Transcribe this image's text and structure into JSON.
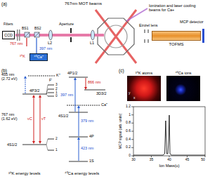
{
  "diagram": {
    "nodes": [
      {
        "text": [
          "CCD"
        ]
      },
      {
        "text": [
          "⁴⁰Ca⁺"
        ]
      },
      {
        "text": [
          "TOFMS"
        ]
      },
      {
        "text": [
          "³⁹K atoms"
        ]
      },
      {
        "text": [
          "⁴⁰Ca ions"
        ]
      }
    ],
    "labels": [
      "(a)",
      "767nm MOT beams",
      "Ionization and laser cooling beams for Ca+",
      "Einzel lens",
      "MCP detector",
      "Aperture",
      "BS1",
      "BS2",
      "Filters",
      "767 nm",
      "L2",
      "397 nm",
      "³⁹K",
      "L1",
      "(b)",
      "455 nm (2.72 eV)",
      "K⁺",
      "F'",
      "3",
      "2",
      "1",
      "0",
      "4P3/2",
      "767 nm (1.62 eV)",
      "νC",
      "νT",
      "4S1/2",
      "2",
      "1",
      "³⁹K energy levels",
      "4P1/2",
      "866 nm",
      "3D3/2",
      "397 nm",
      "4S1/2",
      "Ca⁺",
      "379 nm",
      "4P",
      "423 nm",
      "1S",
      "⁴⁰Ca energy levels",
      "(c)",
      "y",
      "x",
      "1.2",
      "1",
      "0.8",
      "0.6",
      "0.4",
      "0.2",
      "0",
      "30",
      "35",
      "40",
      "45",
      "50",
      "Ion Mass(u)",
      "MCP signal (arb. units)"
    ]
  }
}
